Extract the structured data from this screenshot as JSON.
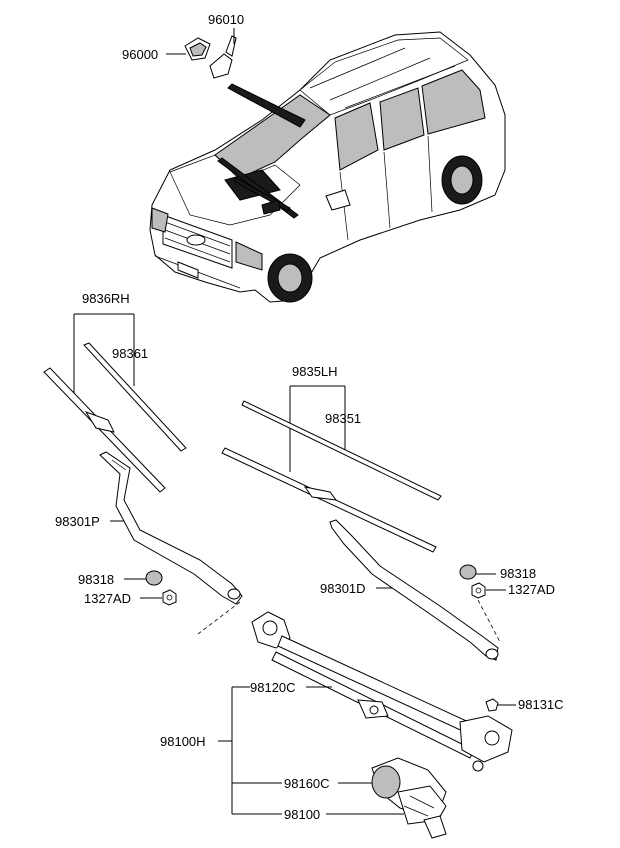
{
  "labels": {
    "p96010": "96010",
    "p96000": "96000",
    "p9836RH": "9836RH",
    "p98361": "98361",
    "p9835LH": "9835LH",
    "p98351": "98351",
    "p98301P": "98301P",
    "p98318_left": "98318",
    "p1327AD_left": "1327AD",
    "p98318_right": "98318",
    "p1327AD_right": "1327AD",
    "p98301D": "98301D",
    "p98120C": "98120C",
    "p98131C": "98131C",
    "p98100H": "98100H",
    "p98160C": "98160C",
    "p98100": "98100"
  },
  "icons": {
    "vehicle": "suv-icon",
    "washer_nozzle": "washer-nozzle-icon",
    "wiper_blade": "wiper-blade-icon",
    "wiper_arm": "wiper-arm-icon",
    "cap": "cap-icon",
    "nut": "nut-icon",
    "linkage": "wiper-linkage-icon",
    "motor": "wiper-motor-icon"
  }
}
